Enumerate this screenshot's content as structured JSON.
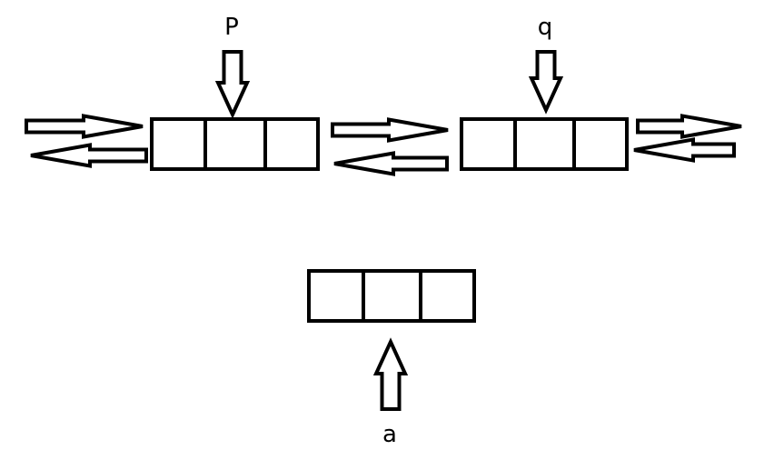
{
  "labels": {
    "p": "P",
    "q": "q",
    "a": "a"
  },
  "nodes": [
    {
      "name": "node-p",
      "fields": 3
    },
    {
      "name": "node-q",
      "fields": 3
    },
    {
      "name": "node-a",
      "fields": 3
    }
  ],
  "colors": {
    "stroke": "#000000",
    "background": "#ffffff"
  }
}
